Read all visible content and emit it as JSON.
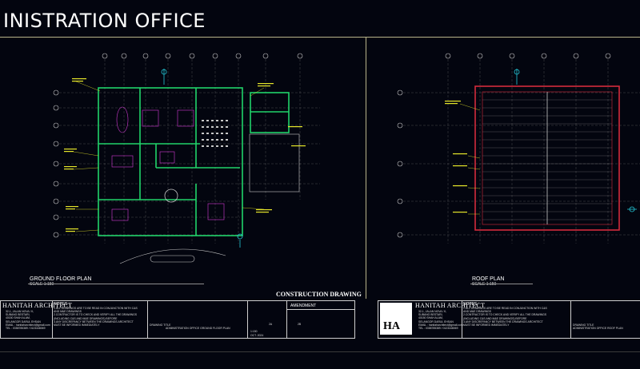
{
  "header": {
    "title": "INISTRATION OFFICE"
  },
  "sheets": [
    {
      "label": "GROUND FLOOR PLAN",
      "scale": "SCALE 1:150"
    },
    {
      "label": "ROOF PLAN",
      "scale": "SCALE 1:150"
    }
  ],
  "stamp": "CONSTRUCTION DRAWING",
  "amendment_label": "AMENDMENT",
  "architect": {
    "name": "HANITAH ARCHITECT",
    "address": [
      "32-1, JALAN NOVA / K,",
      "SUBANG BESTARI,",
      "40150 SHAH ALAM,",
      "SELANGOR DARUL EHSAN"
    ],
    "email": "EMAIL : hanitaharchitect@gmail.com",
    "tel": "TEL : 0358785389 / 0123448069",
    "logo_text": "HA"
  },
  "notes": {
    "heading": "NOTES :",
    "items": [
      "1.ALL DRAWINGS ARE TO BE READ IN CONJUNCTION WITH C&S",
      "AND M&E DRAWINGS",
      "2.CONTRACTOR IS TO CHECK AND VERIFY ALL THE DRAWINGS",
      "(INCLUDING C&S AND M&E DRAWINGS) BEFORE",
      "3.ANY DISCREPANCY BETWEEN THE DRAWINGS ARCHITECT",
      "MUST BE INFORMED IMMEDIATELY"
    ]
  },
  "titleblock": {
    "drawing_title_label": "DRAWING TITLE",
    "ground_title": "ADMINISTRATION OFFICE GROUND FLOOR PLAN",
    "roof_title": "ADMINISTRATION OFFICE ROOF PLAN",
    "scale_value": "1:150",
    "sheet_a": "2A",
    "sheet_b": "2B",
    "date": "OCT. 2024"
  },
  "colors": {
    "background": "#03050f",
    "wall": "#21d46a",
    "roof": "#d42b3c",
    "grid": "#c7c7c7",
    "annotation": "#e6e62a",
    "cyan": "#23c7d6",
    "magenta": "#d23bd4"
  }
}
